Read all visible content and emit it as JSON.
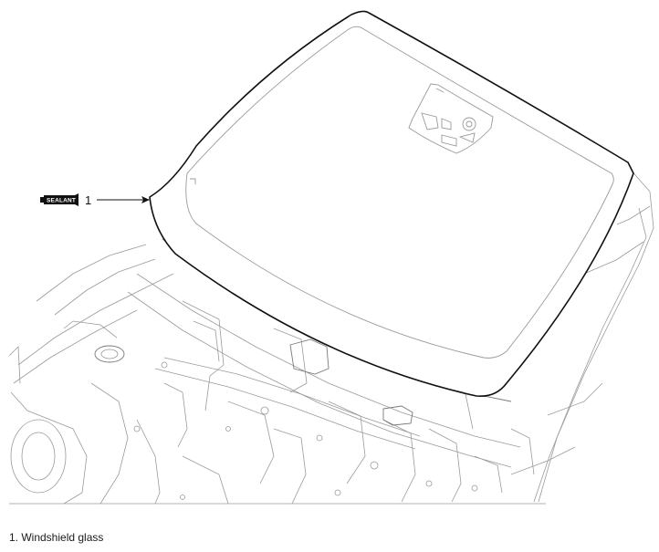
{
  "callout": {
    "number": "1",
    "sealant_label": "SEALANT"
  },
  "caption": {
    "text": "1. Windshield glass"
  }
}
